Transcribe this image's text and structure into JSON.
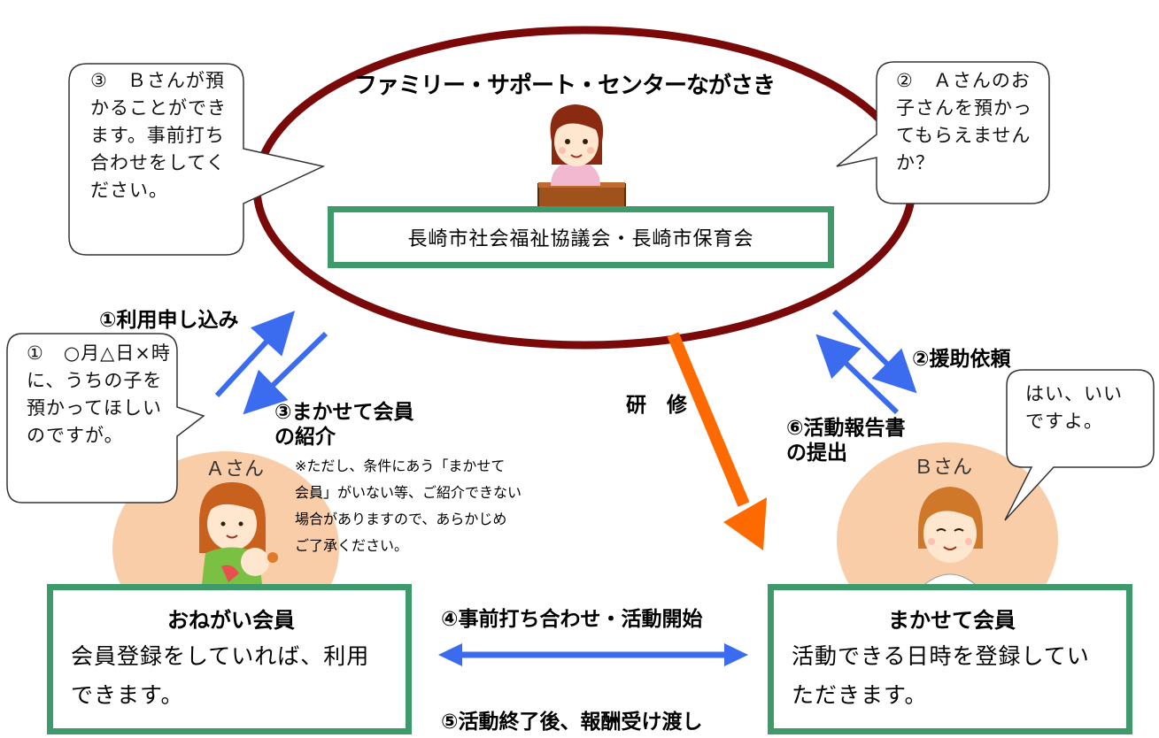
{
  "center": {
    "title": "ファミリー・サポート・センターながさき",
    "org_box": "長崎市社会福祉協議会・長崎市保育会"
  },
  "bubbles": {
    "b3": "③　Ｂさんが預かることができます。事前打ち合わせをしてください。",
    "b2": "②　Ａさんのお子さんを預かってもらえませんか？",
    "b1": "①　○月△日×時に、うちの子を預かってほしいのですが。",
    "b_reply": "はい、いいですよ。"
  },
  "steps": {
    "s1": "①利用申し込み",
    "s2": "②援助依頼",
    "s3_line1": "③まかせて会員",
    "s3_line2": "の紹介",
    "s6_line1": "⑥活動報告書",
    "s6_line2": "の提出",
    "training": "研　修",
    "s4": "④事前打ち合わせ・活動開始",
    "s5": "⑤活動終了後、報酬受け渡し"
  },
  "note": {
    "line1": "※ただし、条件にあう「まかせて",
    "line2": "会員」がいない等、ご紹介できない",
    "line3": "場合がありますので、あらかじめ",
    "line4": "ご了承ください。"
  },
  "persons": {
    "a": "Ａさん",
    "b": "Ｂさん"
  },
  "members": {
    "left": {
      "title": "おねがい会員",
      "desc_line1": "会員登録をしていれば、利用",
      "desc_line2": "できます。"
    },
    "right": {
      "title": "まかせて会員",
      "desc_line1": "活動できる日時を登録してい",
      "desc_line2": "ただきます。"
    }
  },
  "colors": {
    "ellipse": "#7a0a0a",
    "green": "#3e9a6a",
    "arrow_blue": "#3b6cf0",
    "arrow_orange": "#ff6a00",
    "peach": "#f9c49a"
  }
}
